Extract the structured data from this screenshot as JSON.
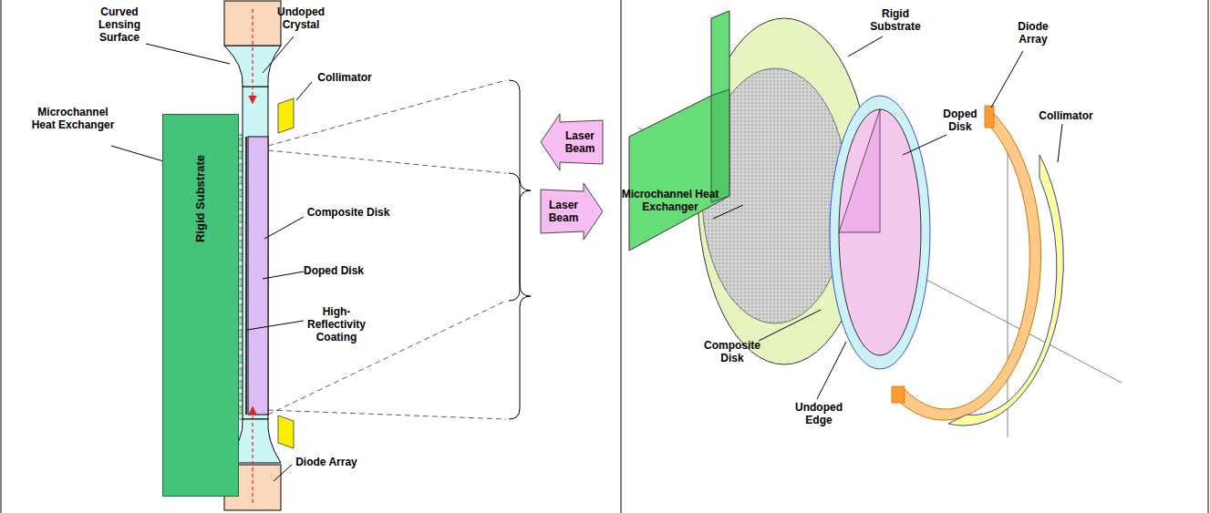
{
  "diagram": {
    "nodes": [
      {
        "text": [
          "Rigid Substrate"
        ]
      },
      {
        "text": [
          "Laser Beam"
        ]
      },
      {
        "text": [
          "Laser Beam"
        ]
      }
    ],
    "labels": [
      "Curved Lensing Surface",
      "Undoped Crystal",
      "Collimator",
      "Microchannel Heat Exchanger",
      "Composite Disk",
      "Doped Disk",
      "High-Reflectivity Coating",
      "Diode Array",
      "Rigid Substrate",
      "Doped Disk",
      "Diode Array",
      "Collimator",
      "Microchannel Heat Exchanger",
      "Composite Disk",
      "Undoped Edge"
    ]
  }
}
